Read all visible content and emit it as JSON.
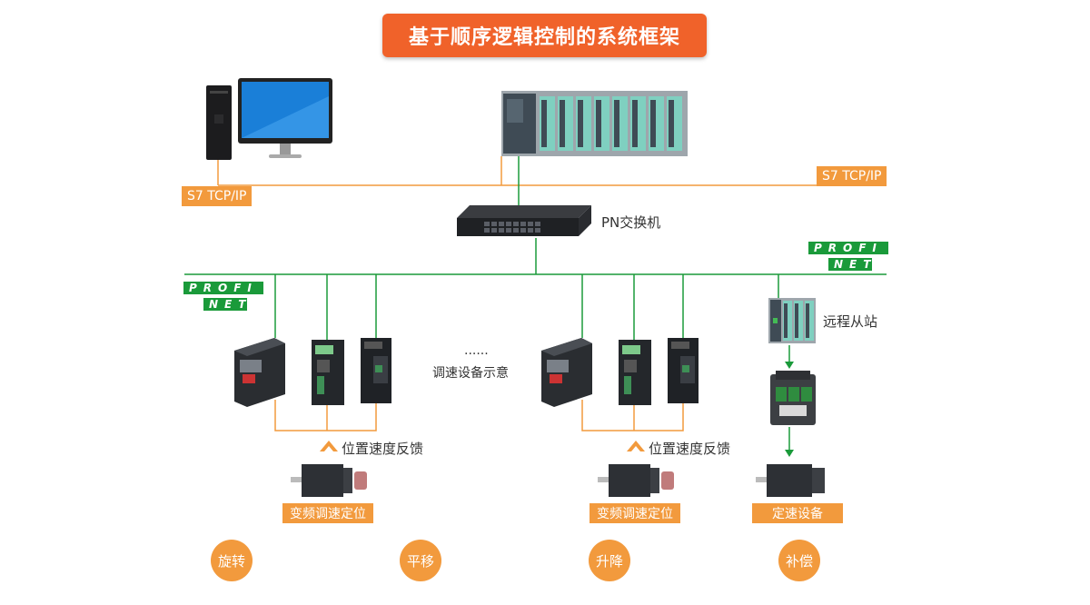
{
  "title": "基于顺序逻辑控制的系统框架",
  "network": {
    "s7_left": "S7 TCP/IP",
    "s7_right": "S7 TCP/IP",
    "switch_label": "PN交换机",
    "profinet_top": "PROFI",
    "profinet_bottom": "NET",
    "remote_station": "远程从站"
  },
  "drives": {
    "ellipsis": "......",
    "caption": "调速设备示意"
  },
  "feedback": {
    "left": "位置速度反馈",
    "right": "位置速度反馈"
  },
  "motor_labels": {
    "left": "变频调速定位",
    "right": "变频调速定位",
    "fixed": "定速设备"
  },
  "functions": [
    "旋转",
    "平移",
    "升降",
    "补偿"
  ],
  "colors": {
    "title_bg": "#f0622a",
    "accent": "#f29a3d",
    "network_line": "#f29a3d",
    "profinet_line": "#1a9a3a"
  }
}
